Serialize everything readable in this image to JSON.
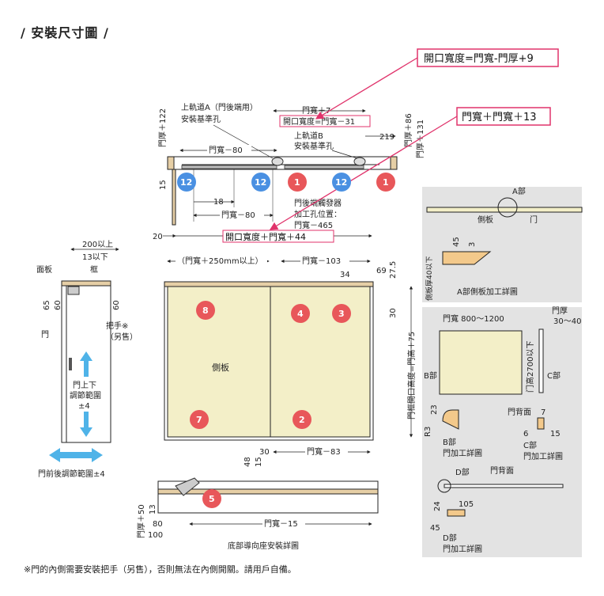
{
  "title": "/ 安裝尺寸圖 /",
  "callouts": {
    "open_width": "開口寬度=門寬-門厚+9",
    "door_plus": "門寬＋門寬＋13",
    "open_width2": "開口寬度＋門寬＋44",
    "open_width3": "開口寬度=門寬－31"
  },
  "top_view": {
    "rail_a_1": "上軌道A（門後端用）",
    "rail_a_2": "安裝基準孔",
    "rail_b_1": "上軌道B",
    "rail_b_2": "安裝基準孔",
    "door_width_plus7": "門寬＋7",
    "door_width_minus80": "門寬－80",
    "door_width_minus80b": "門寬－80",
    "dim_219": "219",
    "dim_18": "18",
    "dim_20": "20",
    "dim_15": "15",
    "door_thk_122": "門厚＋122",
    "door_thk_86": "門厚＋86",
    "door_thk_131": "門厚＋131",
    "trigger_1": "門後端觸發器",
    "trigger_2": "加工孔位置：",
    "trigger_3": "門寬－465"
  },
  "front_view": {
    "w250": "（門寬＋250mm以上）",
    "w_minus103": "門寬－103",
    "d34": "34",
    "d69": "69",
    "d275": "27.5",
    "d30": "30",
    "frame_height": "門框開口高度=門高＋75",
    "side_panel": "側板",
    "d48": "48",
    "d15": "15",
    "d30b": "30",
    "w_minus83": "門寬－83"
  },
  "side_view": {
    "d200": "200以上",
    "d13": "13以下",
    "top_panel": "面板",
    "frame": "框",
    "d65": "65",
    "d60": "60",
    "d60b": "60",
    "handle_1": "把手※",
    "handle_2": "（另售）",
    "door": "門",
    "updown_1": "門上下",
    "updown_2": "調節範圍",
    "updown_3": "±4",
    "frontback": "門前後調節範圍±4"
  },
  "bottom_view": {
    "d50": "門厚＋50",
    "d13": "13",
    "d80": "80",
    "d100": "100",
    "w_minus15": "門寬－15",
    "caption": "底部導向座安裝詳圖"
  },
  "detail_a": {
    "label_a": "A部",
    "side": "側板",
    "door": "门",
    "d45": "45",
    "d3": "3",
    "vert": "側板厚40以下",
    "caption": "A部側板加工詳圖"
  },
  "detail_door": {
    "dw": "門寬 800～1200",
    "dt": "門厚",
    "dt_range": "30～40",
    "dh": "门高2700以下",
    "b": "B部",
    "c": "C部",
    "d23": "23",
    "r3": "R3",
    "b_cap1": "B部",
    "b_cap2": "門加工詳圖",
    "back": "門背面",
    "d7": "7",
    "d6": "6",
    "d15": "15",
    "c_cap1": "C部",
    "c_cap2": "門加工詳圖",
    "d_lbl": "D部",
    "back2": "門背面",
    "d24": "24",
    "d105": "105",
    "d45": "45",
    "d_cap1": "D部",
    "d_cap2": "門加工詳圖"
  },
  "badges": [
    "12",
    "12",
    "1",
    "12",
    "1",
    "8",
    "4",
    "3",
    "7",
    "2",
    "5"
  ],
  "colors": {
    "blue": "#4a90e2",
    "red": "#e8575a",
    "panel": "#f3efc8",
    "wood": "#e6cfa6",
    "callout": "#e0336b",
    "gray_box": "#e3e3e3"
  },
  "footnote": "※門的內側需要安裝把手（另售），否則無法在內側開關。請用戶自備。"
}
